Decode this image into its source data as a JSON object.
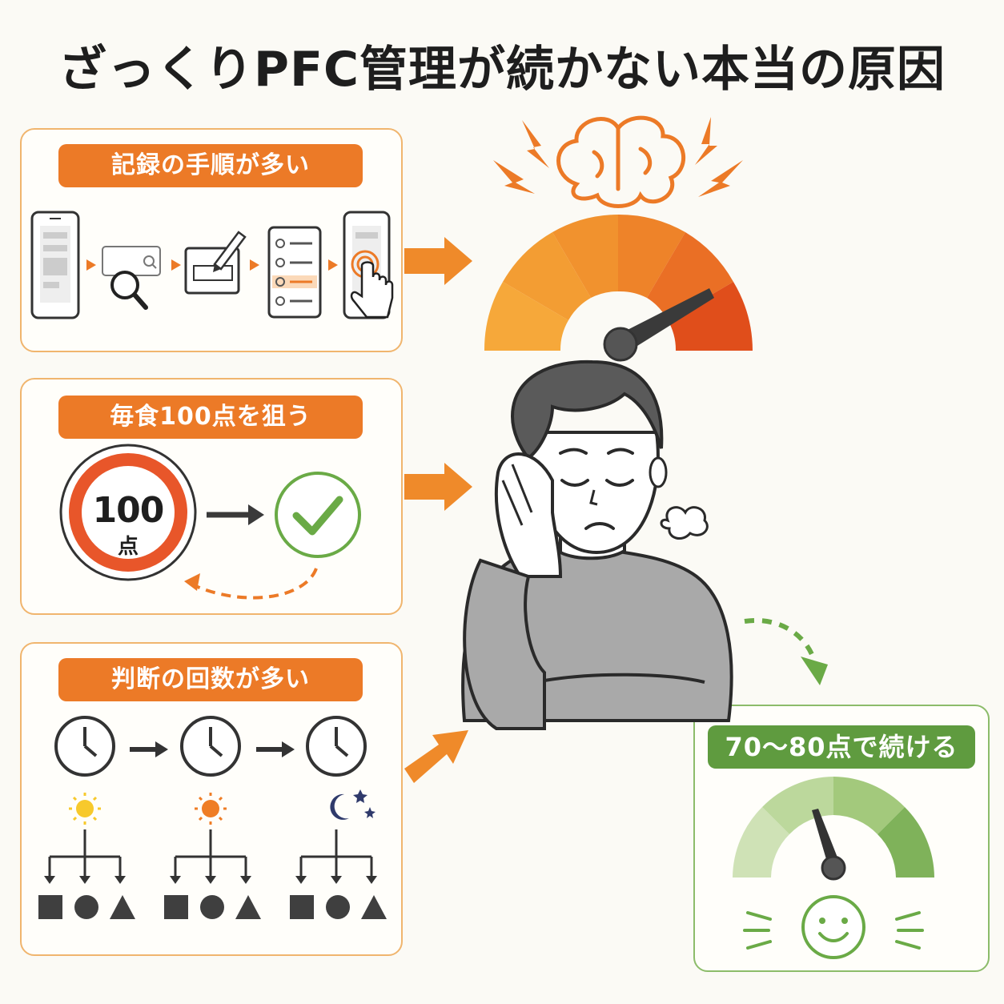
{
  "title": "ざっくりPFC管理が続かない本当の原因",
  "causes": [
    {
      "label": "記録の手順が多い"
    },
    {
      "label": "毎食100点を狙う",
      "badge_number": "100",
      "badge_unit": "点"
    },
    {
      "label": "判断の回数が多い"
    }
  ],
  "solution": {
    "label": "70〜80点で続ける"
  },
  "icons": [
    "phone-icon",
    "search-icon",
    "pencil-icon",
    "checklist-icon",
    "tap-hand-icon",
    "brain-icon",
    "lightning-icon",
    "check-icon",
    "clock-icon",
    "sun-icon",
    "moon-icon",
    "smiley-icon"
  ],
  "colors": {
    "accent": "#ec7a27",
    "success": "#5f9b3f",
    "frame": "#f0b56e"
  }
}
